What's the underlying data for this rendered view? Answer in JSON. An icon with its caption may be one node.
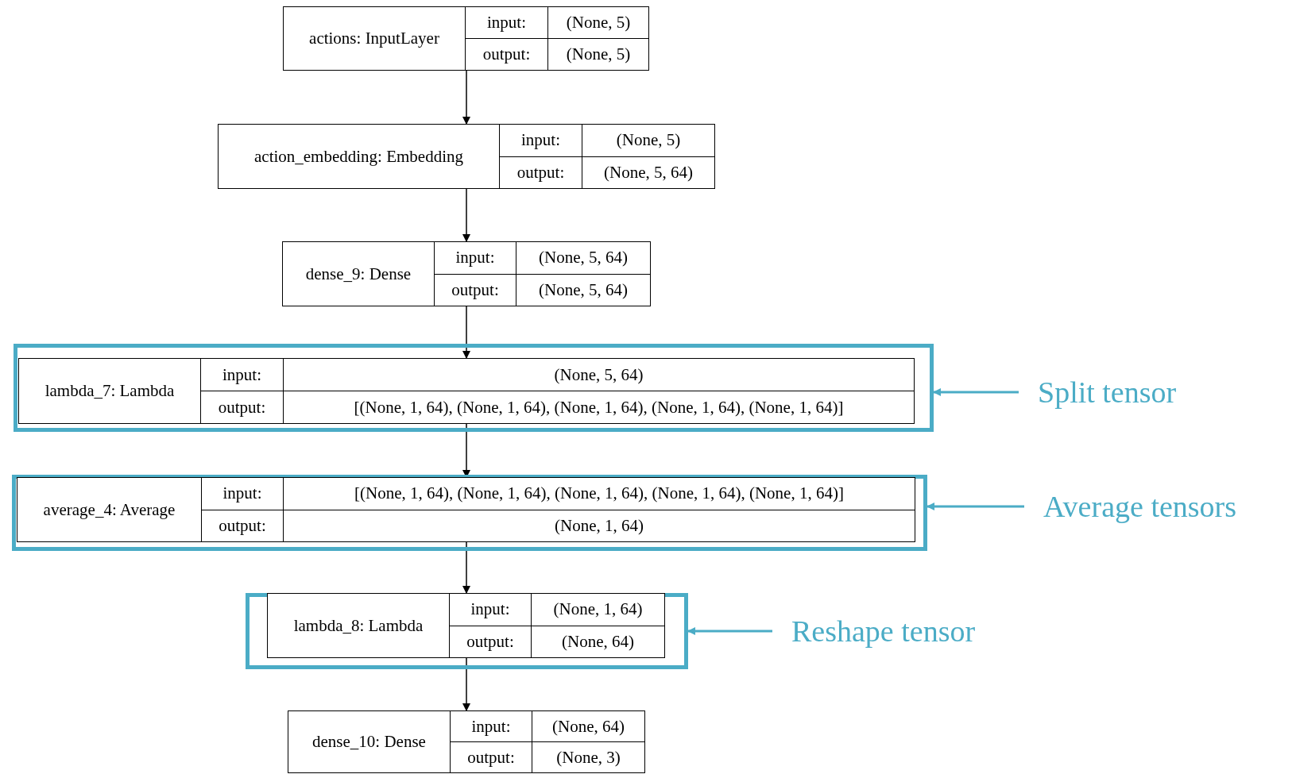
{
  "diagram": {
    "nodes": [
      {
        "text": [
          "actions: InputLayer",
          "input:",
          "(None, 5)",
          "output:",
          "(None, 5)"
        ]
      },
      {
        "text": [
          "action_embedding: Embedding",
          "input:",
          "(None, 5)",
          "output:",
          "(None, 5, 64)"
        ]
      },
      {
        "text": [
          "dense_9: Dense",
          "input:",
          "(None, 5, 64)",
          "output:",
          "(None, 5, 64)"
        ]
      },
      {
        "text": [],
        "shape": "box"
      },
      {
        "text": [
          "lambda_7: Lambda",
          "input:",
          "(None, 5, 64)",
          "output:",
          "[(None, 1, 64), (None, 1, 64), (None, 1, 64), (None, 1, 64), (None, 1, 64)]"
        ],
        "in": 3
      },
      {
        "text": [
          "Split tensor"
        ]
      },
      {
        "text": [],
        "shape": "box"
      },
      {
        "text": [
          "average_4: Average",
          "input:",
          "[(None, 1, 64), (None, 1, 64), (None, 1, 64), (None, 1, 64), (None, 1, 64)]",
          "output:",
          "(None, 1, 64)"
        ],
        "in": 6
      },
      {
        "text": [
          "Average tensors"
        ]
      },
      {
        "text": [],
        "shape": "box"
      },
      {
        "text": [
          "lambda_8: Lambda",
          "input:",
          "(None, 1, 64)",
          "output:",
          "(None, 64)"
        ],
        "in": 9
      },
      {
        "text": [
          "Reshape tensor"
        ]
      },
      {
        "text": [
          "dense_10: Dense",
          "input:",
          "(None, 64)",
          "output:",
          "(None, 3)"
        ]
      }
    ],
    "edges": [
      {
        "from": 0,
        "to": 1,
        "arrow": "to"
      },
      {
        "from": 1,
        "to": 2,
        "arrow": "to"
      },
      {
        "from": 2,
        "to": 4,
        "arrow": "to"
      },
      {
        "from": 4,
        "to": 7,
        "arrow": "to"
      },
      {
        "from": 7,
        "to": 10,
        "arrow": "to"
      },
      {
        "from": 10,
        "to": 12,
        "arrow": "to"
      },
      {
        "from": 5,
        "to": 3,
        "arrow": "to",
        "color": "#4bacc6"
      },
      {
        "from": 8,
        "to": 6,
        "arrow": "to",
        "color": "#4bacc6"
      },
      {
        "from": 11,
        "to": 9,
        "arrow": "to",
        "color": "#4bacc6"
      }
    ]
  }
}
